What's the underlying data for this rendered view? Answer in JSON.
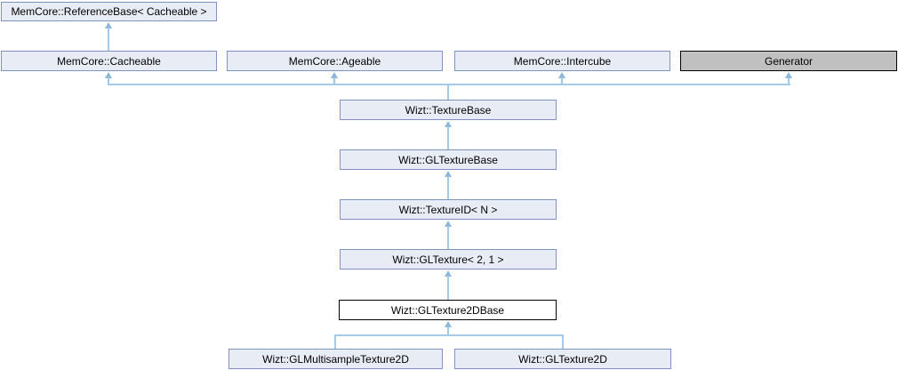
{
  "diagram": {
    "title": "Inheritance graph for Wizt::GLTexture2DBase",
    "type": "class-inheritance-graph",
    "nodes": [
      {
        "label": "MemCore::ReferenceBase< Cacheable >",
        "kind": "linked-class"
      },
      {
        "label": "MemCore::Cacheable",
        "kind": "linked-class"
      },
      {
        "label": "MemCore::Ageable",
        "kind": "linked-class"
      },
      {
        "label": "MemCore::Intercube",
        "kind": "linked-class"
      },
      {
        "label": "Generator",
        "kind": "external-class"
      },
      {
        "label": "Wizt::TextureBase",
        "kind": "linked-class"
      },
      {
        "label": "Wizt::GLTextureBase",
        "kind": "linked-class"
      },
      {
        "label": "Wizt::TextureID< N >",
        "kind": "linked-class"
      },
      {
        "label": "Wizt::GLTexture< 2, 1 >",
        "kind": "linked-class"
      },
      {
        "label": "Wizt::GLTexture2DBase",
        "kind": "current-class"
      },
      {
        "label": "Wizt::GLMultisampleTexture2D",
        "kind": "linked-class"
      },
      {
        "label": "Wizt::GLTexture2D",
        "kind": "linked-class"
      }
    ],
    "relations": [
      {
        "child": "MemCore::Cacheable",
        "parent": "MemCore::ReferenceBase< Cacheable >"
      },
      {
        "child": "Wizt::TextureBase",
        "parent": "MemCore::Cacheable"
      },
      {
        "child": "Wizt::TextureBase",
        "parent": "MemCore::Ageable"
      },
      {
        "child": "Wizt::TextureBase",
        "parent": "MemCore::Intercube"
      },
      {
        "child": "Wizt::TextureBase",
        "parent": "Generator"
      },
      {
        "child": "Wizt::GLTextureBase",
        "parent": "Wizt::TextureBase"
      },
      {
        "child": "Wizt::TextureID< N >",
        "parent": "Wizt::GLTextureBase"
      },
      {
        "child": "Wizt::GLTexture< 2, 1 >",
        "parent": "Wizt::TextureID< N >"
      },
      {
        "child": "Wizt::GLTexture2DBase",
        "parent": "Wizt::GLTexture< 2, 1 >"
      },
      {
        "child": "Wizt::GLMultisampleTexture2D",
        "parent": "Wizt::GLTexture2DBase"
      },
      {
        "child": "Wizt::GLTexture2D",
        "parent": "Wizt::GLTexture2DBase"
      }
    ],
    "colors": {
      "node_fill": "#e8ecf5",
      "node_border": "#8192bd",
      "external_fill": "#c0c0c0",
      "external_border": "#000000",
      "current_fill": "#ffffff",
      "current_border": "#000000",
      "edge_line": "#a3cbe8",
      "edge_arrow": "#8ab6dc",
      "text": "#000000",
      "background": "#ffffff"
    }
  }
}
